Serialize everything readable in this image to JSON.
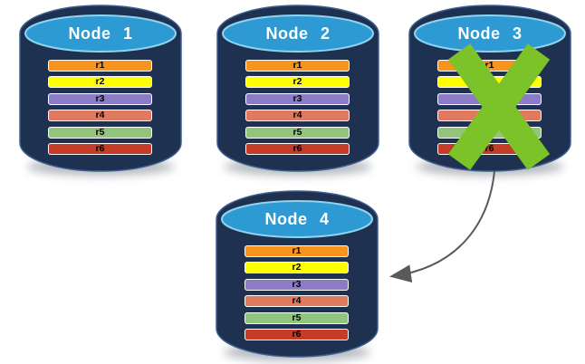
{
  "colors": {
    "background": "#FFFFFF",
    "cylinder_body": "#1E3150",
    "cylinder_edge": "#3D5E8F",
    "cylinder_top": "#2E9AD3",
    "cylinder_top_edge": "#90D3F0",
    "title_text": "#FFFFFF",
    "row_border": "#FFFFFF",
    "row_text": "#000000",
    "cross": "#7CC229",
    "arrow": "#5A5A5A"
  },
  "nodes": [
    {
      "label": "Node 1",
      "failed": false,
      "rows": [
        {
          "label": "r1",
          "color": "#F7941E"
        },
        {
          "label": "r2",
          "color": "#FFFF00"
        },
        {
          "label": "r3",
          "color": "#8C7CC6"
        },
        {
          "label": "r4",
          "color": "#DF7A61"
        },
        {
          "label": "r5",
          "color": "#93C47D"
        },
        {
          "label": "r6",
          "color": "#C43B28"
        }
      ]
    },
    {
      "label": "Node 2",
      "failed": false,
      "rows": [
        {
          "label": "r1",
          "color": "#F7941E"
        },
        {
          "label": "r2",
          "color": "#FFFF00"
        },
        {
          "label": "r3",
          "color": "#8C7CC6"
        },
        {
          "label": "r4",
          "color": "#DF7A61"
        },
        {
          "label": "r5",
          "color": "#93C47D"
        },
        {
          "label": "r6",
          "color": "#C43B28"
        }
      ]
    },
    {
      "label": "Node 3",
      "failed": true,
      "rows": [
        {
          "label": "r1",
          "color": "#F7941E"
        },
        {
          "label": "r2",
          "color": "#FFFF00"
        },
        {
          "label": "r3",
          "color": "#8C7CC6"
        },
        {
          "label": "r4",
          "color": "#DF7A61"
        },
        {
          "label": "r5",
          "color": "#93C47D"
        },
        {
          "label": "r6",
          "color": "#C43B28"
        }
      ]
    },
    {
      "label": "Node 4",
      "failed": false,
      "rows": [
        {
          "label": "r1",
          "color": "#F7941E"
        },
        {
          "label": "r2",
          "color": "#FFFF00"
        },
        {
          "label": "r3",
          "color": "#8C7CC6"
        },
        {
          "label": "r4",
          "color": "#DF7A61"
        },
        {
          "label": "r5",
          "color": "#93C47D"
        },
        {
          "label": "r6",
          "color": "#C43B28"
        }
      ]
    }
  ],
  "icons": {
    "cross": "x-mark",
    "arrow": "curved-arrow"
  }
}
